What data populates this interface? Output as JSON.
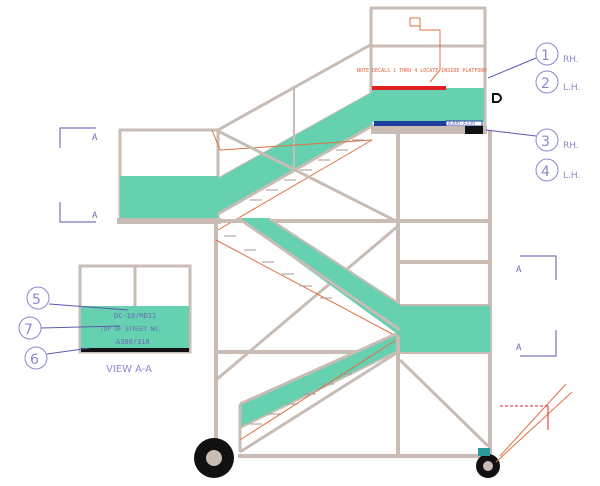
{
  "colors": {
    "frame": "#c8bcb5",
    "frame_dark": "#a69891",
    "panel": "#66d1b0",
    "orange": "#e07040",
    "red": "#e02020",
    "blue": "#2040a0",
    "callout": "#8a8ad0",
    "wheel": "#111111"
  },
  "callouts": [
    {
      "num": "1",
      "label": "RH."
    },
    {
      "num": "2",
      "label": "L.H."
    },
    {
      "num": "3",
      "label": "RH."
    },
    {
      "num": "4",
      "label": "L.H."
    },
    {
      "num": "5",
      "label": ""
    },
    {
      "num": "7",
      "label": ""
    },
    {
      "num": "6",
      "label": ""
    }
  ],
  "platform_note": "NOTE DECALS 1 THRU 4 LOCATE INSIDE PLATFORM",
  "decal_text": "A300-A330",
  "view_panel": {
    "line1": "DC-10/MD11",
    "line2": "TOP OF STREET NO.",
    "line3": "A300/310",
    "caption": "VIEW A-A"
  },
  "section_marks": [
    "A",
    "A",
    "A",
    "A"
  ]
}
